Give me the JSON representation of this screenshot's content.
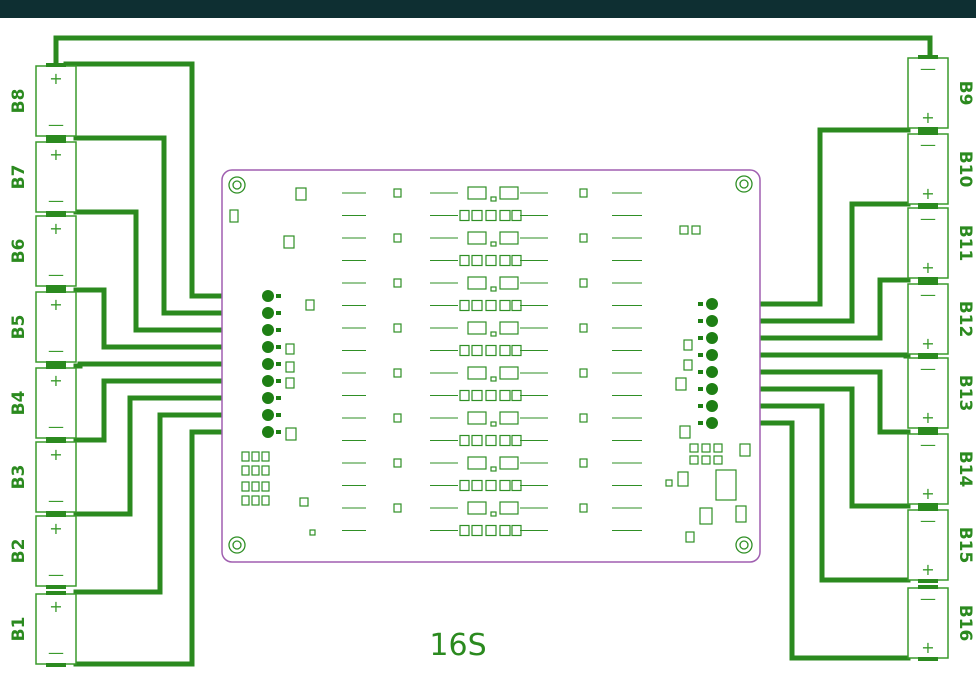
{
  "board_label": "16S",
  "left_cells": [
    {
      "label": "B8",
      "plus": "+",
      "minus": "—"
    },
    {
      "label": "B7",
      "plus": "+",
      "minus": "—"
    },
    {
      "label": "B6",
      "plus": "+",
      "minus": "—"
    },
    {
      "label": "B5",
      "plus": "+",
      "minus": "—"
    },
    {
      "label": "B4",
      "plus": "+",
      "minus": "—"
    },
    {
      "label": "B3",
      "plus": "+",
      "minus": "—"
    },
    {
      "label": "B2",
      "plus": "+",
      "minus": "—"
    },
    {
      "label": "B1",
      "plus": "+",
      "minus": "—"
    }
  ],
  "right_cells": [
    {
      "label": "B9",
      "plus": "+",
      "minus": "—"
    },
    {
      "label": "B10",
      "plus": "+",
      "minus": "—"
    },
    {
      "label": "B11",
      "plus": "+",
      "minus": "—"
    },
    {
      "label": "B12",
      "plus": "+",
      "minus": "—"
    },
    {
      "label": "B13",
      "plus": "+",
      "minus": "—"
    },
    {
      "label": "B14",
      "plus": "+",
      "minus": "—"
    },
    {
      "label": "B15",
      "plus": "+",
      "minus": "—"
    },
    {
      "label": "B16",
      "plus": "+",
      "minus": "—"
    }
  ],
  "colors": {
    "wire": "#2b8a1f",
    "pcb_outline": "#a05fb0",
    "top_bar": "#0e2f32",
    "background": "#ffffff"
  }
}
